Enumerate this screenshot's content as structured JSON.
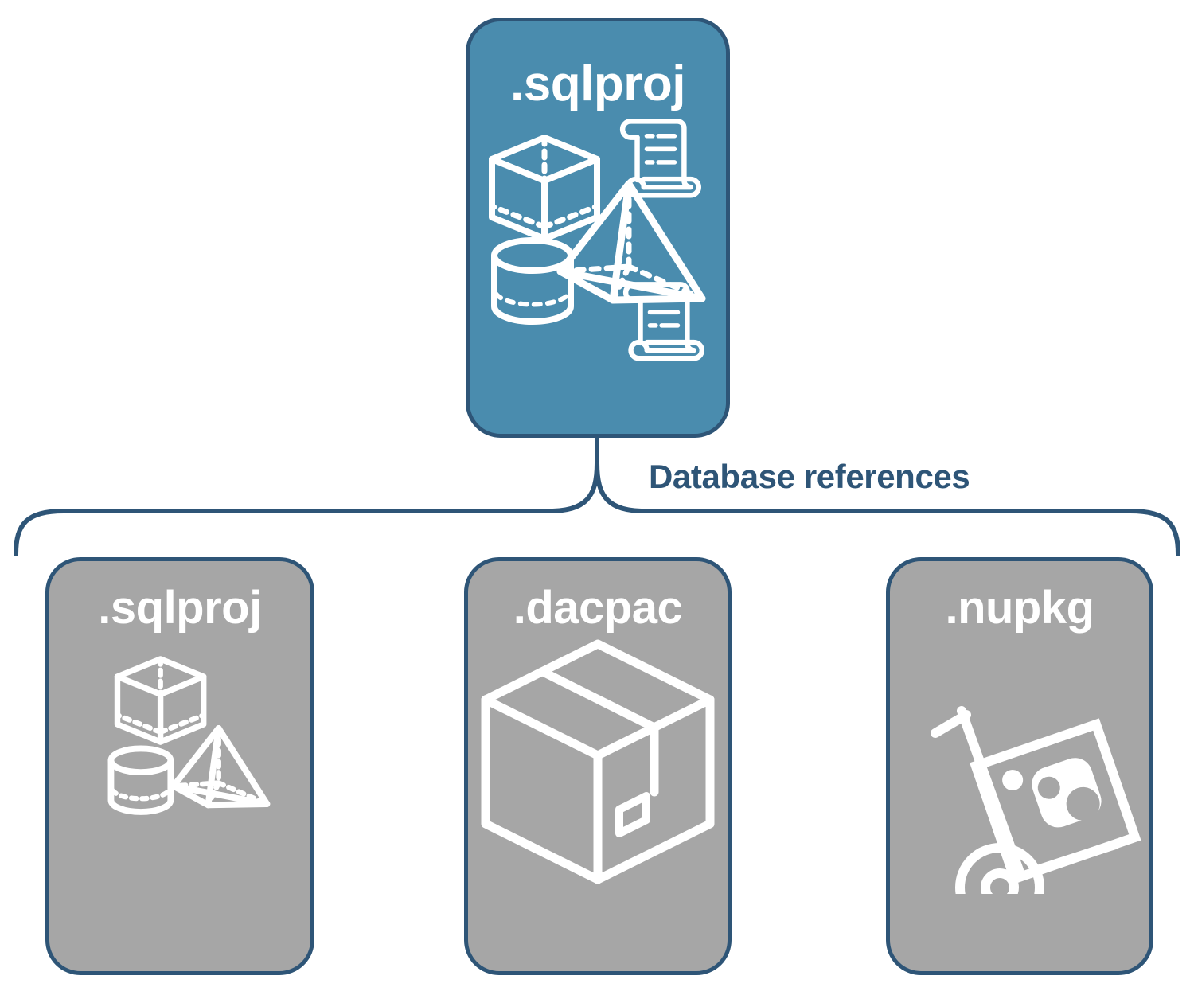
{
  "diagram": {
    "title": "Database references diagram",
    "colors": {
      "accent_blue": "#4A8CAE",
      "border_navy": "#2E5577",
      "card_gray": "#A6A6A6",
      "icon_white": "#FFFFFF",
      "background": "#FFFFFF"
    },
    "connector": {
      "type": "curly-brace",
      "label": "Database references"
    },
    "root": {
      "label": ".sqlproj",
      "fill": "#4A8CAE",
      "icons": [
        "cube-icon",
        "pyramid-icon",
        "cylinder-icon",
        "scroll-icon",
        "scroll-icon"
      ]
    },
    "references": [
      {
        "label": ".sqlproj",
        "fill": "#A6A6A6",
        "icons": [
          "cube-icon",
          "pyramid-icon",
          "cylinder-icon"
        ]
      },
      {
        "label": ".dacpac",
        "fill": "#A6A6A6",
        "icons": [
          "package-box-icon"
        ]
      },
      {
        "label": ".nupkg",
        "fill": "#A6A6A6",
        "icons": [
          "hand-truck-icon",
          "nuget-package-icon"
        ]
      }
    ]
  }
}
